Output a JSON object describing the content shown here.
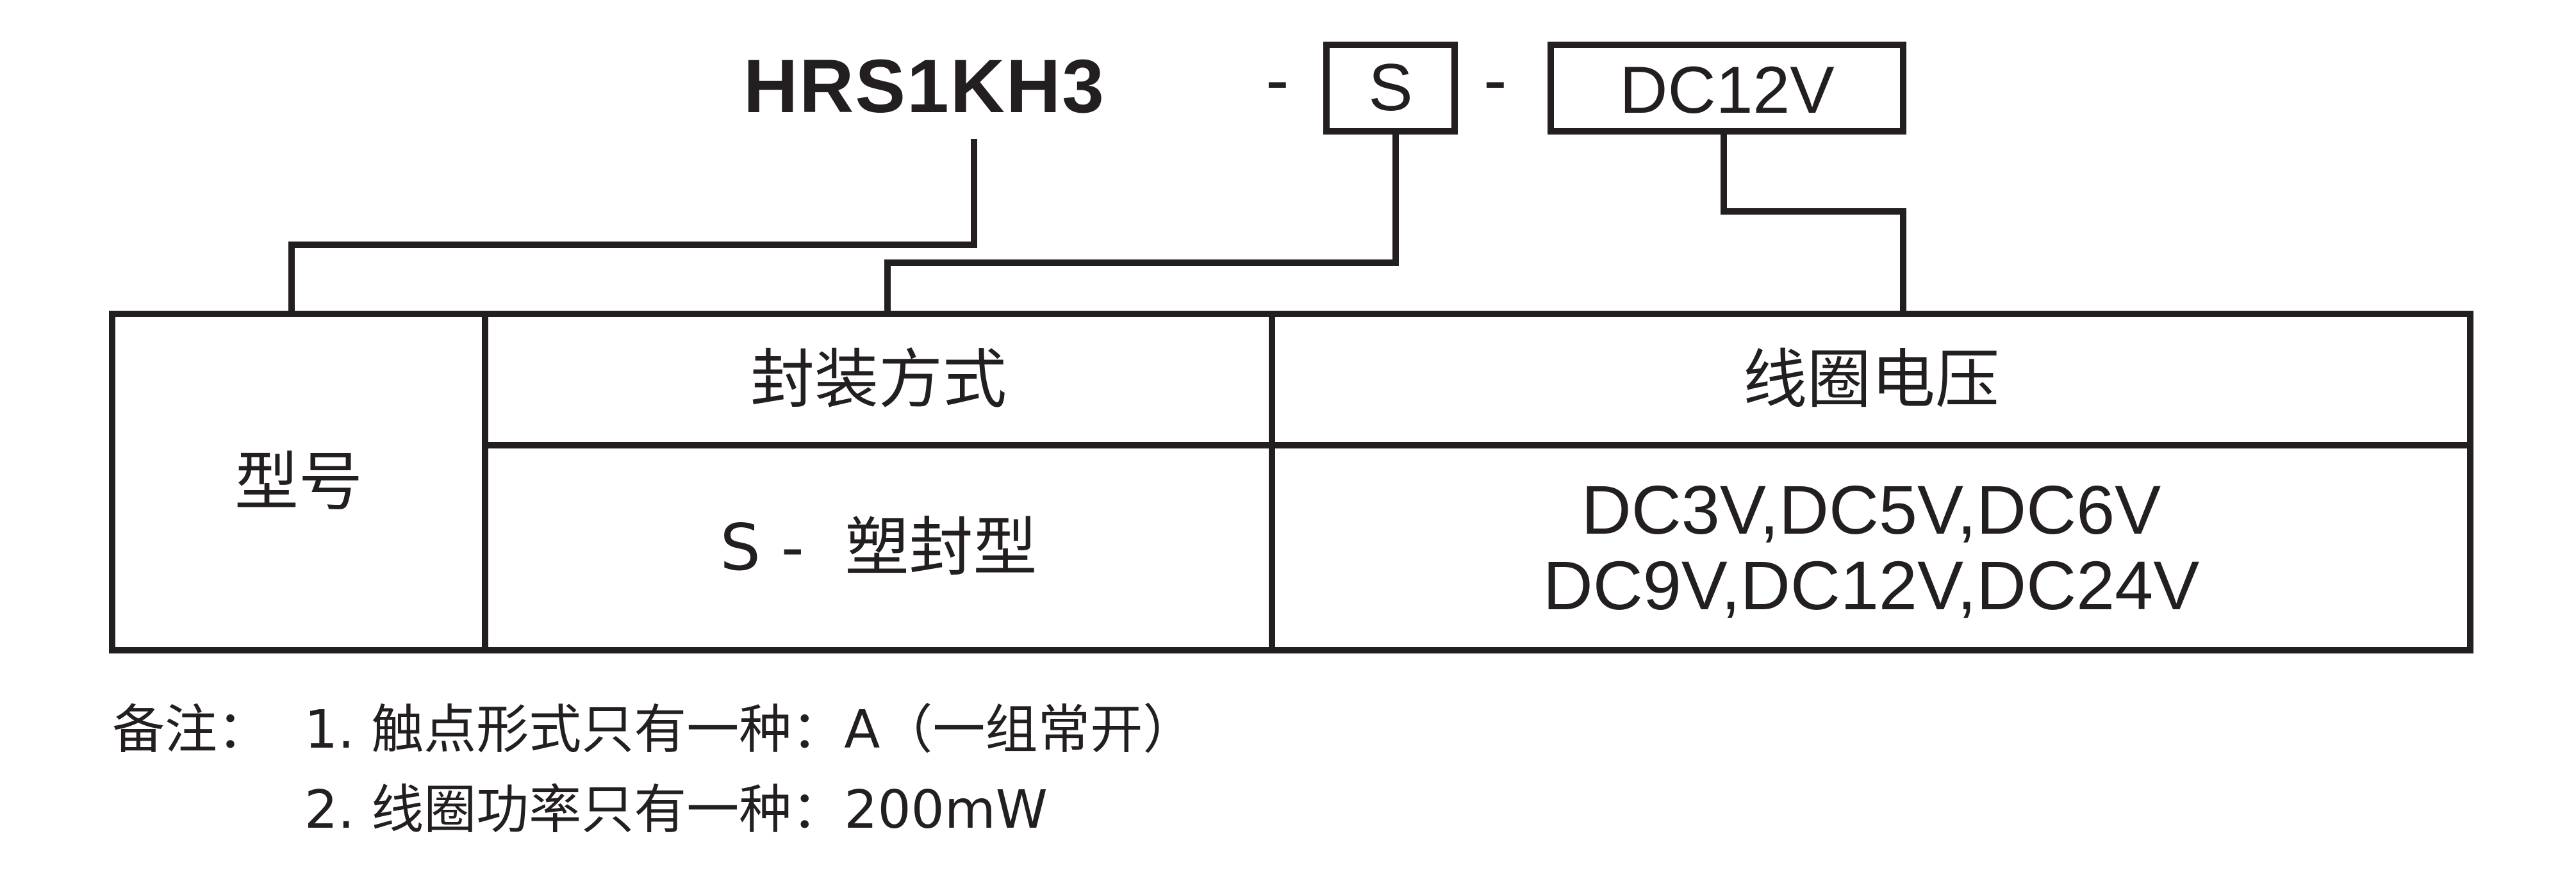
{
  "header": {
    "model_code": "HRS1KH3",
    "separator": "-",
    "package_code": "S",
    "voltage_code": "DC12V"
  },
  "table": {
    "row_label": "型号",
    "columns": [
      {
        "heading": "封装方式",
        "value": "S -  塑封型"
      },
      {
        "heading": "线圈电压",
        "value_lines": [
          "DC3V,DC5V,DC6V",
          "DC9V,DC12V,DC24V"
        ]
      }
    ]
  },
  "notes": {
    "label": "备注：",
    "items": [
      "1. 触点形式只有一种：A（一组常开）",
      "2. 线圈功率只有一种：200mW"
    ]
  }
}
